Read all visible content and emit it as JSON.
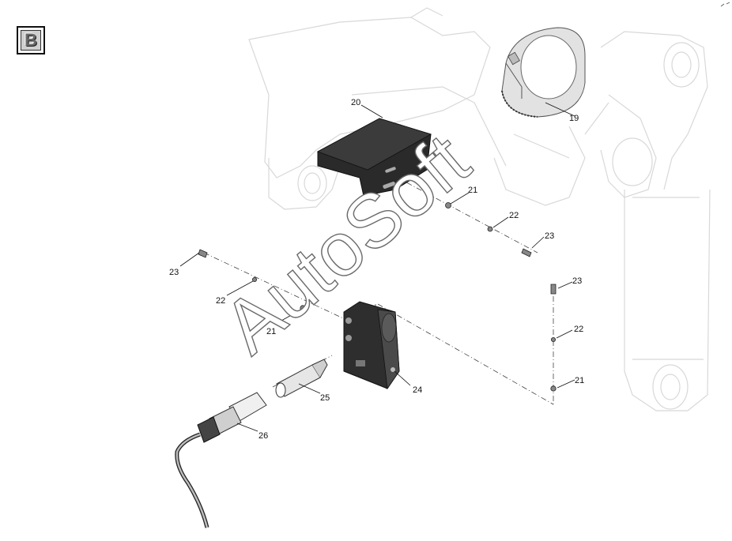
{
  "section_badge": "B",
  "watermark": "AutoSoft",
  "callouts": {
    "c19": "19",
    "c20": "20",
    "c21_top": "21",
    "c22_top": "22",
    "c23_top": "23",
    "c23_left": "23",
    "c22_left": "22",
    "c21_left": "21",
    "c23_right": "23",
    "c22_right": "22",
    "c21_right": "21",
    "c24": "24",
    "c25": "25",
    "c26": "26"
  },
  "colors": {
    "part_dark": "#2a2a2a",
    "ghost_line": "#d8d8d8",
    "leader": "#111111"
  }
}
